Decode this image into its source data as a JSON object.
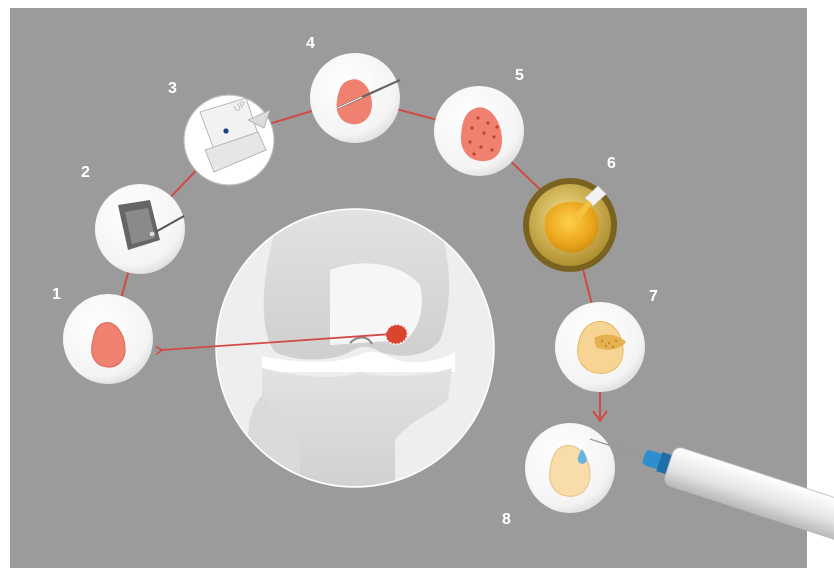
{
  "steps": [
    {
      "number": "1"
    },
    {
      "number": "2"
    },
    {
      "number": "3"
    },
    {
      "number": "4"
    },
    {
      "number": "5"
    },
    {
      "number": "6"
    },
    {
      "number": "7"
    },
    {
      "number": "8"
    }
  ],
  "stamp_text": "UP",
  "colors": {
    "background": "#9b9b9b",
    "arc_line": "#d24a46",
    "tissue": "#f08070",
    "gel": "#e8a820",
    "step6_ring": "#7a6320",
    "syringe_tip": "#2f8fcc"
  }
}
